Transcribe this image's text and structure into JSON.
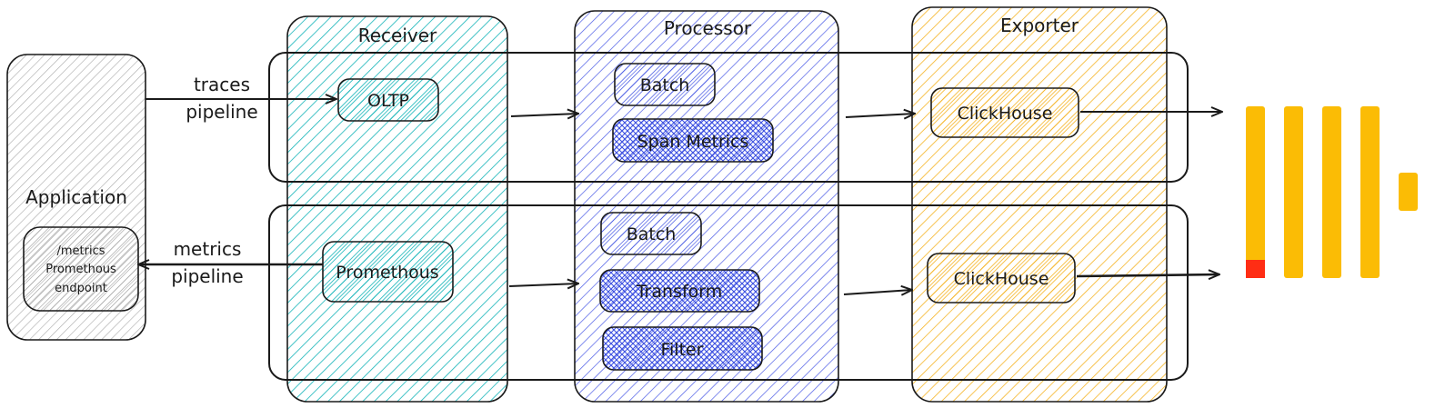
{
  "application": {
    "title": "Application",
    "endpoint_lines": [
      "/metrics",
      "Promethous",
      "endpoint"
    ]
  },
  "stages": {
    "receiver": "Receiver",
    "processor": "Processor",
    "exporter": "Exporter"
  },
  "pipelines": {
    "traces": {
      "label_lines": [
        "traces",
        "pipeline"
      ],
      "receiver": "OLTP",
      "processors": [
        "Batch",
        "Span Metrics"
      ],
      "exporter": "ClickHouse"
    },
    "metrics": {
      "label_lines": [
        "metrics",
        "pipeline"
      ],
      "receiver": "Promethous",
      "processors": [
        "Batch",
        "Transform",
        "Filter"
      ],
      "exporter": "ClickHouse"
    }
  },
  "colors": {
    "receiver": "#14b4b8",
    "processor": "#3b4fe0",
    "exporter": "#f5b425",
    "application": "#9a9a9a",
    "clickhouse_bar": "#fbbc05",
    "clickhouse_accent": "#ff2d14"
  },
  "icons": {
    "clickhouse_logo": "clickhouse-logo-icon"
  }
}
